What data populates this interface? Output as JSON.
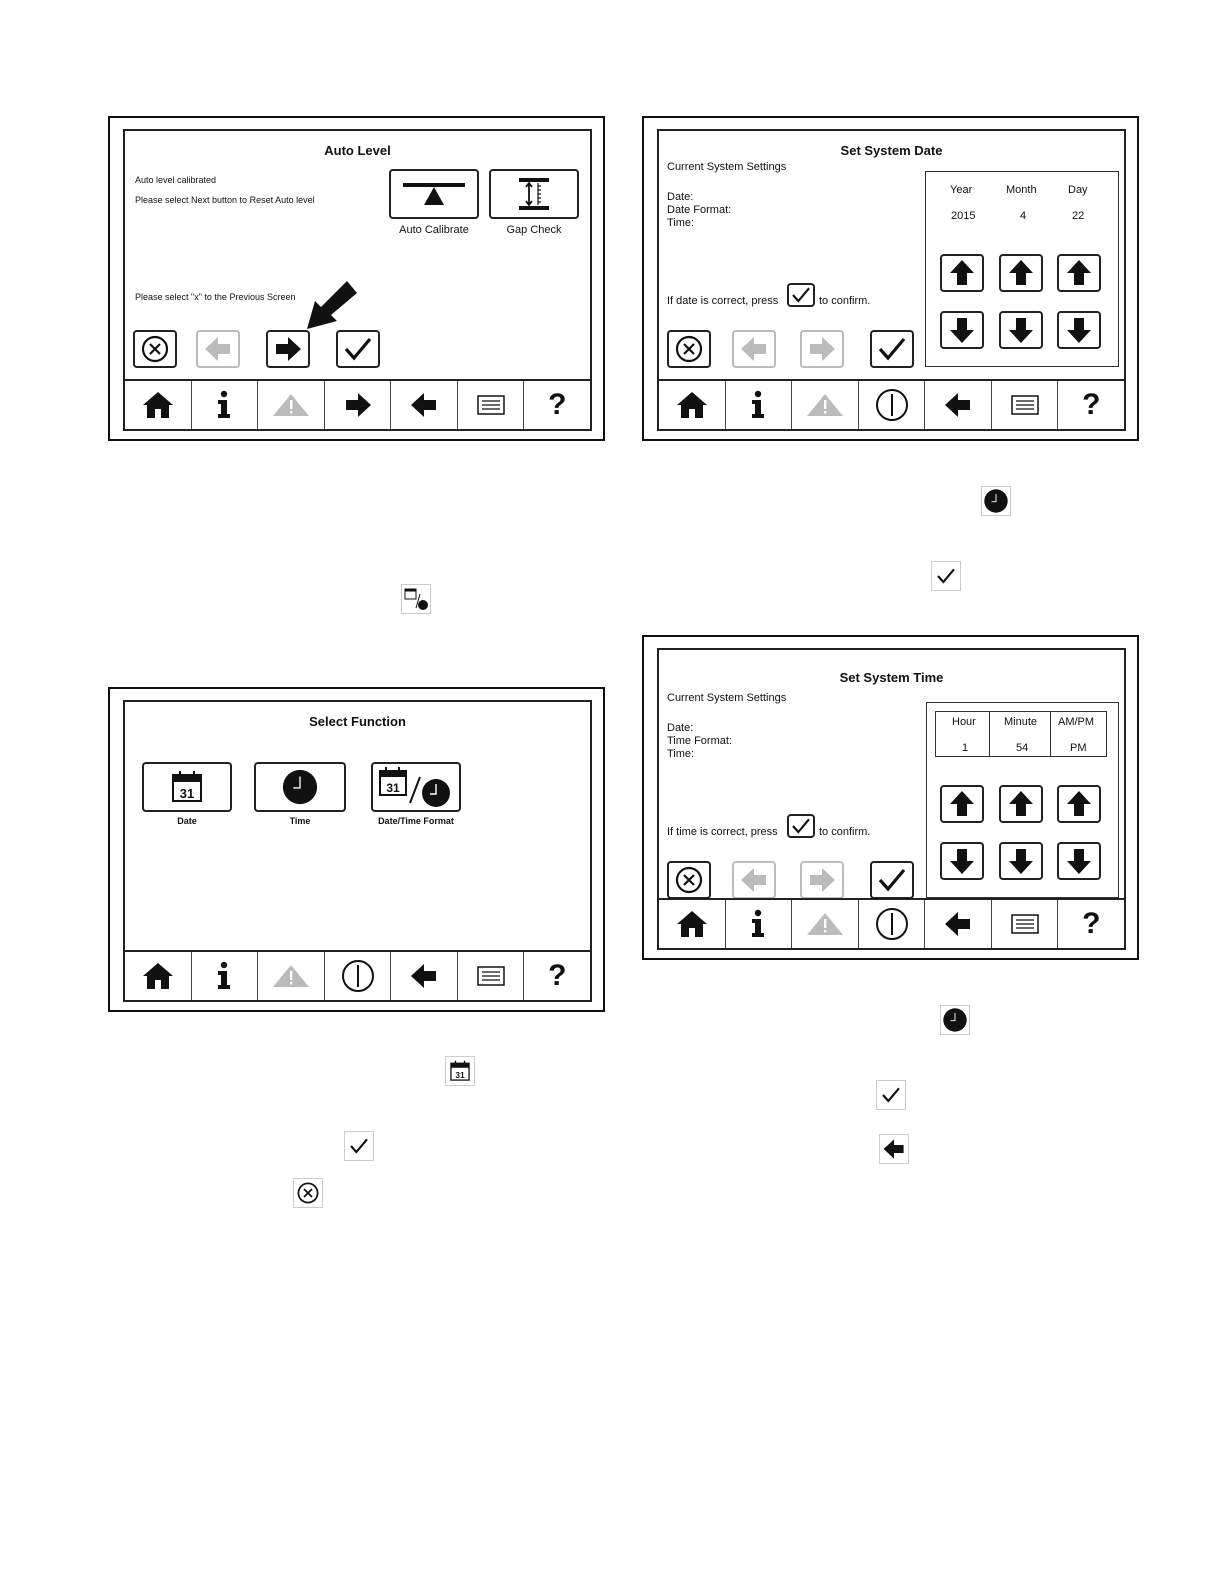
{
  "auto_level": {
    "title": "Auto Level",
    "line1": "Auto level calibrated",
    "line2": "Please select Next button to Reset Auto level",
    "line3": "Please select \"x\" to the Previous Screen",
    "auto_calibrate_label": "Auto Calibrate",
    "gap_check_label": "Gap Check"
  },
  "select_function": {
    "title": "Select Function",
    "date_label": "Date",
    "time_label": "Time",
    "datetime_label": "Date/Time Format",
    "calendar_day": "31"
  },
  "set_date": {
    "title": "Set System Date",
    "current_settings": "Current System Settings",
    "date_label": "Date:",
    "date_format_label": "Date Format:",
    "time_label": "Time:",
    "confirm_prefix": "If date is correct, press",
    "confirm_suffix": "to confirm.",
    "col1": "Year",
    "col2": "Month",
    "col3": "Day",
    "val1": "2015",
    "val2": "4",
    "val3": "22"
  },
  "set_time": {
    "title": "Set System Time",
    "current_settings": "Current System Settings",
    "date_label": "Date:",
    "time_format_label": "Time Format:",
    "time_label": "Time:",
    "confirm_prefix": "If time is correct, press",
    "confirm_suffix": "to confirm.",
    "col1": "Hour",
    "col2": "Minute",
    "col3": "AM/PM",
    "val1": "1",
    "val2": "54",
    "val3": "PM"
  },
  "nav": {
    "help_glyph": "?",
    "info_glyph": "i"
  },
  "colors": {
    "ink": "#111111",
    "disabled": "#bbbbbb"
  }
}
